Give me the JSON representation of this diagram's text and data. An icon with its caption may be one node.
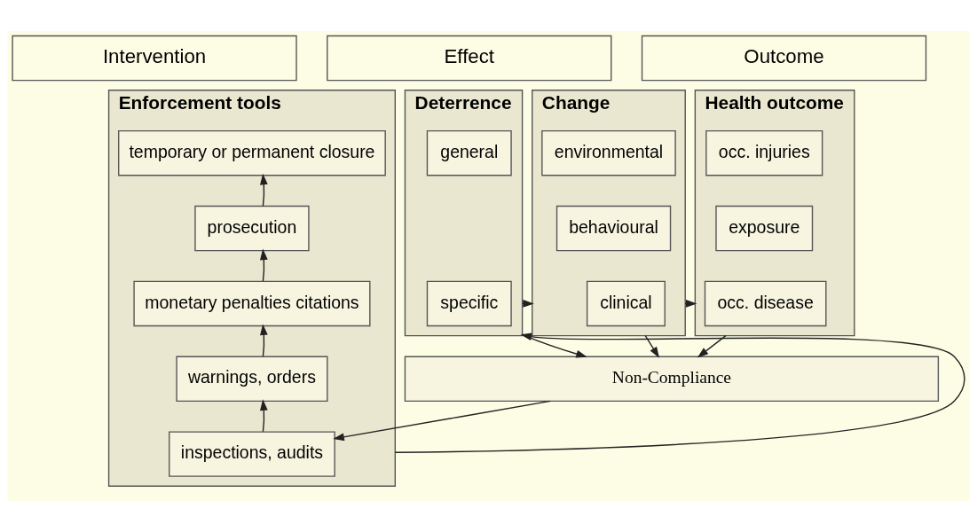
{
  "diagram": {
    "nodes": [
      {
        "text": [
          "Intervention"
        ]
      },
      {
        "text": [
          "Effect"
        ]
      },
      {
        "text": [
          "Outcome"
        ]
      },
      {
        "text": [
          "Enforcement tools"
        ]
      },
      {
        "text": [
          "temporary or permanent closure"
        ],
        "in": 3
      },
      {
        "text": [
          "prosecution"
        ],
        "in": 3
      },
      {
        "text": [
          "monetary penalties citations"
        ],
        "in": 3
      },
      {
        "text": [
          "warnings, orders"
        ],
        "in": 3
      },
      {
        "text": [
          "inspections, audits"
        ],
        "in": 3
      },
      {
        "text": [
          "Deterrence"
        ]
      },
      {
        "text": [
          "general"
        ],
        "in": 9
      },
      {
        "text": [
          "specific"
        ],
        "in": 9
      },
      {
        "text": [
          "Change"
        ]
      },
      {
        "text": [
          "environmental"
        ],
        "in": 12
      },
      {
        "text": [
          "behavioural"
        ],
        "in": 12
      },
      {
        "text": [
          "clinical"
        ],
        "in": 12
      },
      {
        "text": [
          "Health outcome"
        ]
      },
      {
        "text": [
          "occ. injuries"
        ],
        "in": 16
      },
      {
        "text": [
          "exposure"
        ],
        "in": 16
      },
      {
        "text": [
          "occ. disease"
        ],
        "in": 16
      },
      {
        "text": [
          "Non-Compliance"
        ]
      }
    ],
    "edges": [
      {
        "from": 3,
        "to": 9,
        "arrow": "to"
      },
      {
        "from": 9,
        "to": 12,
        "arrow": "to"
      },
      {
        "from": 12,
        "to": 16,
        "arrow": "to"
      },
      {
        "from": 9,
        "to": 20,
        "arrow": "to"
      },
      {
        "from": 12,
        "to": 20,
        "arrow": "to"
      },
      {
        "from": 16,
        "to": 20,
        "arrow": "to"
      },
      {
        "from": 20,
        "to": 8,
        "arrow": "to"
      },
      {
        "from": 8,
        "to": 7,
        "arrow": "to"
      },
      {
        "from": 7,
        "to": 6,
        "arrow": "to"
      },
      {
        "from": 6,
        "to": 5,
        "arrow": "to"
      },
      {
        "from": 5,
        "to": 4,
        "arrow": "to"
      }
    ]
  }
}
